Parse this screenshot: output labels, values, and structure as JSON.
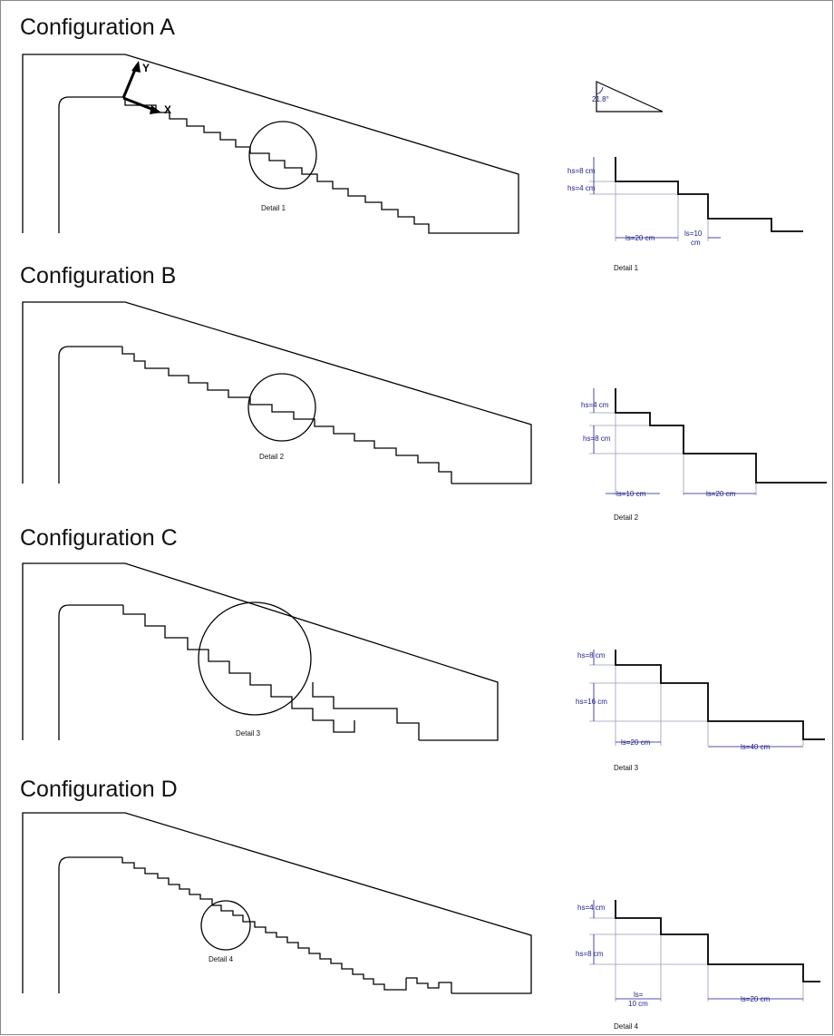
{
  "configurations": [
    {
      "title": "Configuration A",
      "detail_label": "Detail 1",
      "axis": {
        "x_label": "X",
        "y_label": "Y"
      },
      "slope_label": "21.8°",
      "detail": {
        "label": "Detail 1",
        "hs_top": "hs=8 cm",
        "hs_bottom": "hs=4 cm",
        "ls_left": "ls=20 cm",
        "ls_right_line1": "ls=10",
        "ls_right_line2": "cm"
      }
    },
    {
      "title": "Configuration B",
      "detail_label": "Detail 2",
      "detail": {
        "label": "Detail 2",
        "hs_top": "hs=4 cm",
        "hs_bottom": "hs=8 cm",
        "ls_left": "ls=10 cm",
        "ls_right": "ls=20 cm"
      }
    },
    {
      "title": "Configuration C",
      "detail_label": "Detail 3",
      "detail": {
        "label": "Detail 3",
        "hs_top": "hs=8 cm",
        "hs_bottom": "hs=16 cm",
        "ls_left": "ls=20 cm",
        "ls_right": "ls=40 cm"
      }
    },
    {
      "title": "Configuration D",
      "detail_label": "Detail 4",
      "detail": {
        "label": "Detail 4",
        "hs_top": "hs=4 cm",
        "hs_bottom": "hs=8 cm",
        "ls_left_line1": "ls=",
        "ls_left_line2": "10 cm",
        "ls_right": "ls=20 cm"
      }
    }
  ]
}
